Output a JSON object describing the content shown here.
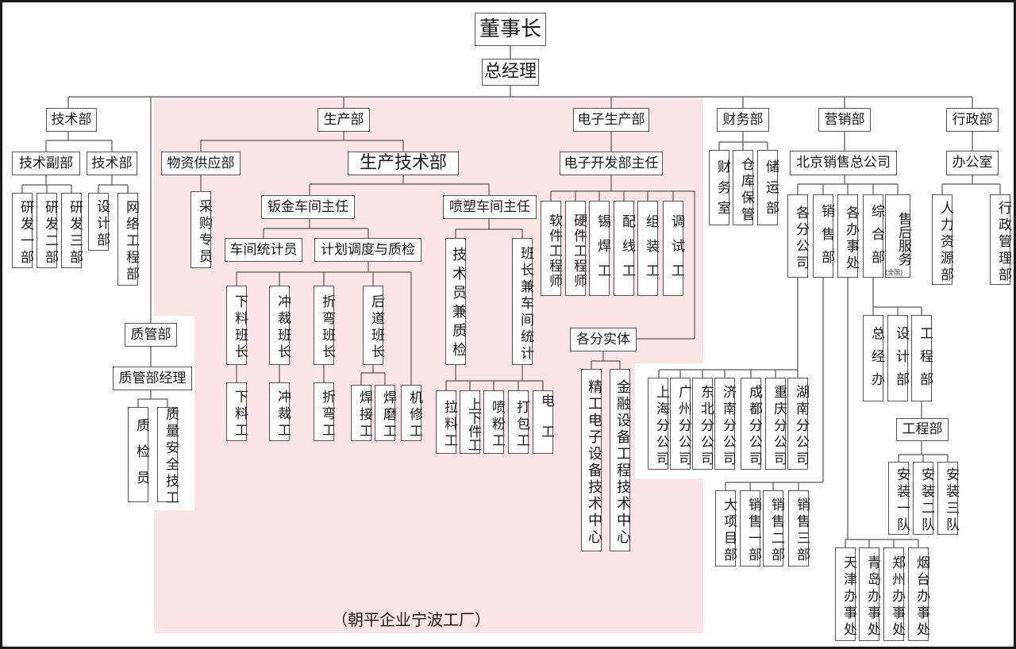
{
  "chairman": "董事长",
  "gm": "总经理",
  "tech": {
    "dept": "技术部",
    "deputy": "技术副部",
    "sub": "技术部",
    "rd1": "研发一部",
    "rd2": "研发二部",
    "rd3": "研发三部",
    "design": "设计部",
    "network": "网络工程部"
  },
  "qa": {
    "dept": "质管部",
    "manager": "质管部经理",
    "inspector": "质检员",
    "safety": "质量安全技工"
  },
  "production": {
    "dept": "生产部",
    "supply": "物资供应部",
    "buyer": "采购专员",
    "tech": "生产技术部",
    "sheet_metal": "钣金车间主任",
    "stats": "车间统计员",
    "plan": "计划调度与质检",
    "cut_leader": "下料班长",
    "punch_leader": "冲裁班长",
    "bend_leader": "折弯班长",
    "post_leader": "后道班长",
    "cut_worker": "下料工",
    "punch_worker": "冲裁工",
    "bend_worker": "折弯工",
    "weld": "焊接工",
    "grind": "焊磨工",
    "repair": "机修工",
    "spray": "喷塑车间主任",
    "tech_qc": "技术员兼质检",
    "team_stats": "班长兼车间统计",
    "pull": "拉料工",
    "load": "上下件工",
    "powder": "喷粉工",
    "pack": "打包工",
    "elec": "电工"
  },
  "electronics": {
    "dept": "电子生产部",
    "director": "电子开发部主任",
    "software": "软件工程师",
    "hardware": "硬件工程师",
    "solder": "锡焊工",
    "wiring": "配线工",
    "assembly": "组装工",
    "debug": "调试工",
    "entities": "各分实体",
    "precision": "精工电子设备技术中心",
    "finance_eq": "金融设备工程技术中心"
  },
  "finance": {
    "dept": "财务部",
    "office": "财务室",
    "warehouse": "仓库保管",
    "transport": "储运部"
  },
  "sales": {
    "dept": "营销部",
    "beijing": "北京销售总公司",
    "branches": "各分公司",
    "sales_dept": "销售部",
    "offices": "各办事处",
    "general": "综合部",
    "after_sales": "售后服务",
    "after_sales_note": "(全国)",
    "shanghai": "上海分公司",
    "guangzhou": "广州分公司",
    "dongbei": "东北分公司",
    "jinan": "济南分公司",
    "chengdu": "成都分公司",
    "chongqing": "重庆分公司",
    "hunan": "湖南分公司",
    "project": "大项目部",
    "sales1": "销售一部",
    "sales2": "销售二部",
    "sales3": "销售三部",
    "tianjin": "天津办事处",
    "qingdao": "青岛办事处",
    "zhengzhou": "郑州办事处",
    "yantai": "烟台办事处",
    "gen_office": "总经办",
    "design": "设计部",
    "engineering": "工程部",
    "eng_dept": "工程部",
    "team1": "安装一队",
    "team2": "安装二队",
    "team3": "安装三队"
  },
  "admin": {
    "dept": "行政部",
    "office": "办公室",
    "hr": "人力资源部",
    "admin_mgmt": "行政管理部"
  },
  "footer": "（朝平企业宁波工厂）"
}
